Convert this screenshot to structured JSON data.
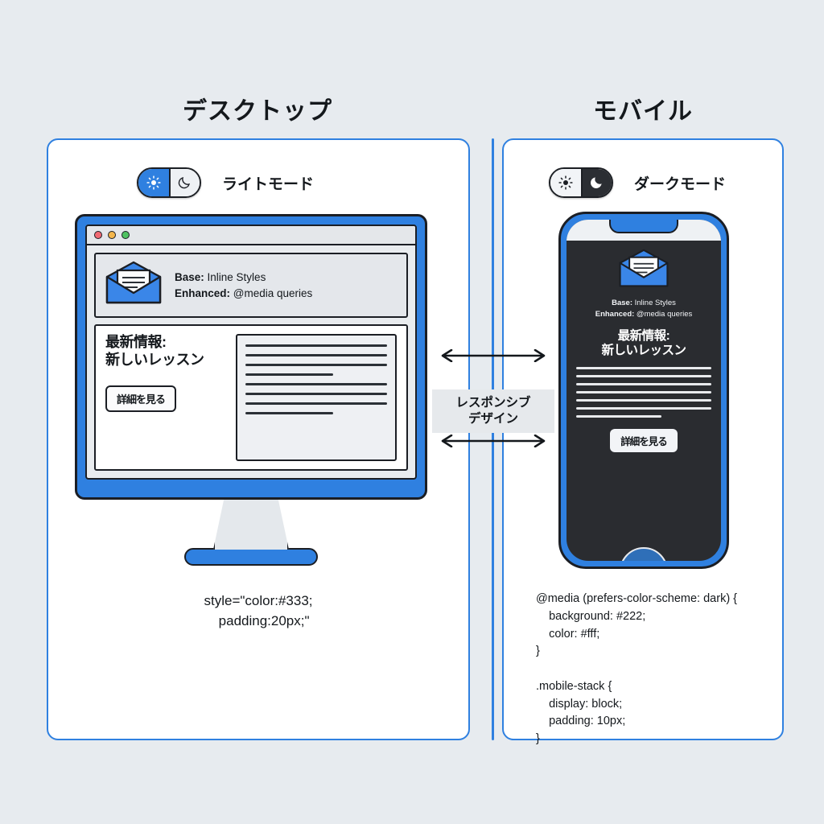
{
  "background_color": "#e7ebef",
  "accent_color": "#2f80e0",
  "columns": {
    "desktop": {
      "title": "デスクトップ",
      "mode_label": "ライトモード",
      "toggle": {
        "sun_icon": "sun-icon",
        "moon_icon": "moon-icon",
        "active": "light"
      },
      "browser": {
        "window_dots": [
          "close-dot-red",
          "minimize-dot-amber",
          "maximize-dot-green"
        ],
        "hero": {
          "icon": "envelope-icon",
          "line1_label": "Base:",
          "line1_value": " Inline Styles",
          "line2_label": "Enhanced:",
          "line2_value": " @media queries"
        },
        "content": {
          "headline_line1": "最新情報:",
          "headline_line2": "新しいレッスン",
          "cta_label": "詳細を見る",
          "doc_lines": [
            100,
            100,
            100,
            62,
            100,
            100,
            100,
            62
          ]
        }
      },
      "code_caption": "style=\"color:#333;\n   padding:20px;\""
    },
    "mobile": {
      "title": "モバイル",
      "mode_label": "ダークモード",
      "toggle": {
        "sun_icon": "sun-icon",
        "moon_icon": "moon-icon",
        "active": "dark"
      },
      "phone": {
        "hero": {
          "icon": "envelope-icon",
          "line1_label": "Base:",
          "line1_value": " Inline Styles",
          "line2_label": "Enhanced:",
          "line2_value": " @media queries"
        },
        "content": {
          "headline_line1": "最新情報:",
          "headline_line2": "新しいレッスン",
          "cta_label": "詳細を見る",
          "stack_lines": [
            100,
            100,
            100,
            100,
            100,
            100,
            63
          ]
        }
      },
      "code_caption": "@media (prefers-color-scheme: dark) {\n    background: #222;\n    color: #fff;\n}\n\n.mobile-stack {\n    display: block;\n    padding: 10px;\n}"
    }
  },
  "center": {
    "label_line1": "レスポンシブ",
    "label_line2": "デザイン",
    "arrow_top": "double-headed-arrow-icon",
    "arrow_bottom": "double-headed-arrow-icon"
  }
}
